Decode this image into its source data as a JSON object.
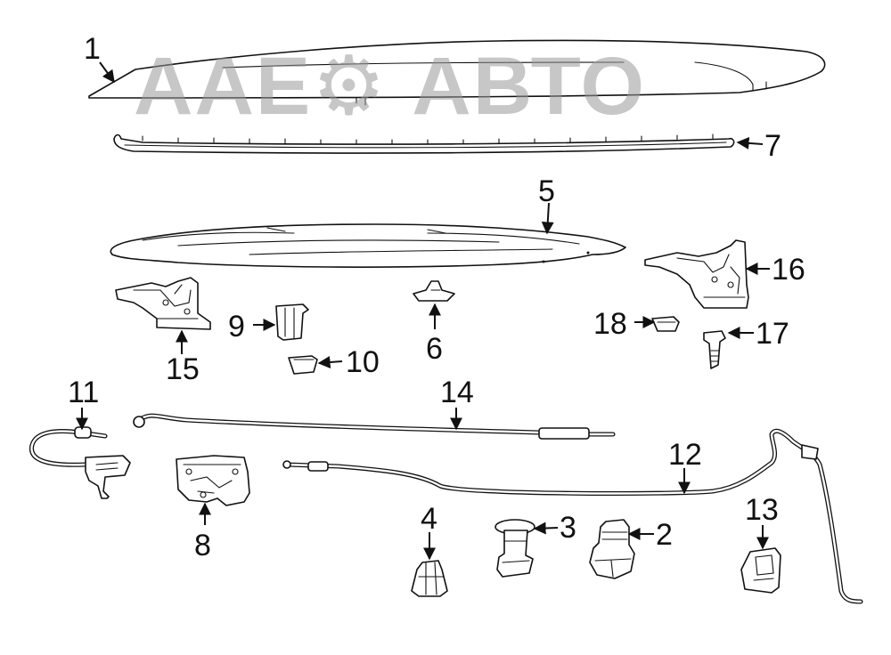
{
  "watermark": {
    "text": "ААЕ⚙ АВТО"
  },
  "callouts": {
    "c1": "1",
    "c2": "2",
    "c3": "3",
    "c4": "4",
    "c5": "5",
    "c6": "6",
    "c7": "7",
    "c8": "8",
    "c9": "9",
    "c10": "10",
    "c11": "11",
    "c12": "12",
    "c13": "13",
    "c14": "14",
    "c15": "15",
    "c16": "16",
    "c17": "17",
    "c18": "18"
  },
  "colors": {
    "line": "#111111",
    "watermark": "#9a9a9a",
    "background": "#ffffff"
  }
}
